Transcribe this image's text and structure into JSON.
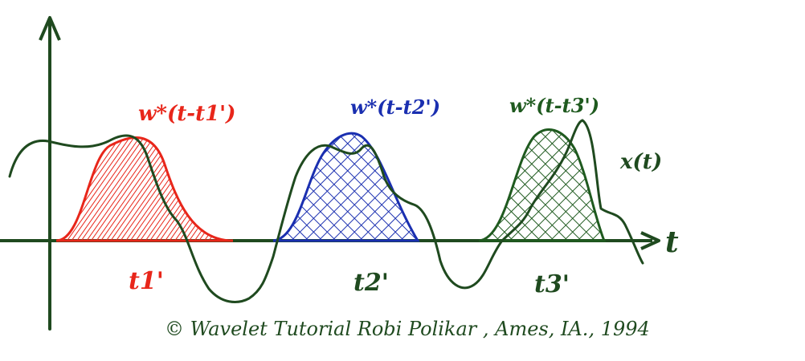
{
  "labels": {
    "window1": "w*(t-t1')",
    "window2": "w*(t-t2')",
    "window3": "w*(t-t3')",
    "signal": "x(t)",
    "time_axis": "t",
    "t1": "t1'",
    "t2": "t2'",
    "t3": "t3'",
    "copyright": "© Wavelet Tutorial    Robi Polikar , Ames, IA., 1994"
  },
  "colors": {
    "axis": "#1f4a1f",
    "signal": "#1f4a1f",
    "window1": "#e8261a",
    "window2": "#1a2fb0",
    "window3": "#1f5a1f",
    "background": "#ffffff"
  }
}
